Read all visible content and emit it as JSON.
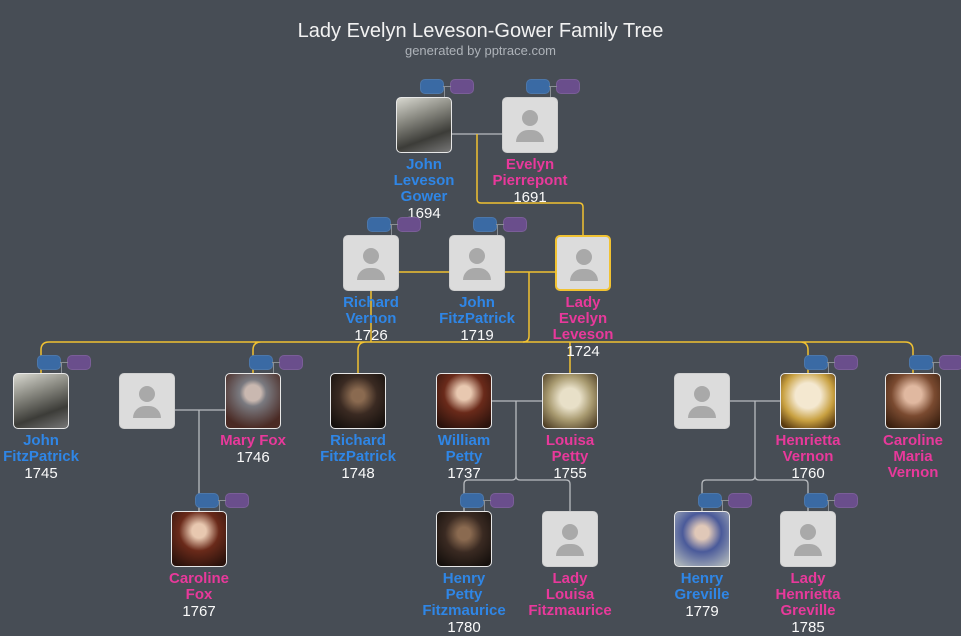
{
  "header": {
    "title": "Lady Evelyn Leveson-Gower Family Tree",
    "subtitle": "generated by pptrace.com"
  },
  "colors": {
    "male": "#2f86e6",
    "female": "#e8399b",
    "highlight": "#f1c232",
    "background": "#474d55"
  },
  "people": [
    {
      "id": "jlg",
      "name": [
        "John",
        "Leveson",
        "Gower"
      ],
      "year": "1694",
      "sex": "m",
      "photo": "engraving"
    },
    {
      "id": "ep",
      "name": [
        "Evelyn",
        "Pierrepont"
      ],
      "year": "1691",
      "sex": "f",
      "photo": null
    },
    {
      "id": "rv",
      "name": [
        "Richard",
        "Vernon"
      ],
      "year": "1726",
      "sex": "m",
      "photo": null
    },
    {
      "id": "jf1",
      "name": [
        "John",
        "FitzPatrick"
      ],
      "year": "1719",
      "sex": "m",
      "photo": null
    },
    {
      "id": "lel",
      "name": [
        "Lady",
        "Evelyn",
        "Leveson"
      ],
      "year": "1724",
      "sex": "f",
      "photo": null,
      "highlighted": true
    },
    {
      "id": "jf2",
      "name": [
        "John",
        "FitzPatrick"
      ],
      "year": "1745",
      "sex": "m",
      "photo": "engraving"
    },
    {
      "id": "u1",
      "name": [],
      "year": "",
      "sex": "m",
      "photo": null
    },
    {
      "id": "mf",
      "name": [
        "Mary Fox"
      ],
      "year": "1746",
      "sex": "f",
      "photo": "portrait-grey"
    },
    {
      "id": "rf",
      "name": [
        "Richard",
        "FitzPatrick"
      ],
      "year": "1748",
      "sex": "m",
      "photo": "portrait-dark"
    },
    {
      "id": "wp",
      "name": [
        "William",
        "Petty"
      ],
      "year": "1737",
      "sex": "m",
      "photo": "portrait-red"
    },
    {
      "id": "lp",
      "name": [
        "Louisa",
        "Petty"
      ],
      "year": "1755",
      "sex": "f",
      "photo": "portrait-sepia"
    },
    {
      "id": "u2",
      "name": [],
      "year": "",
      "sex": "m",
      "photo": null
    },
    {
      "id": "hv",
      "name": [
        "Henrietta",
        "Vernon"
      ],
      "year": "1760",
      "sex": "f",
      "photo": "portrait-gold"
    },
    {
      "id": "cmv",
      "name": [
        "Caroline",
        "Maria",
        "Vernon"
      ],
      "year": "",
      "sex": "f",
      "photo": "portrait-brown"
    },
    {
      "id": "cf",
      "name": [
        "Caroline",
        "Fox"
      ],
      "year": "1767",
      "sex": "f",
      "photo": "portrait-red"
    },
    {
      "id": "hpf",
      "name": [
        "Henry",
        "Petty",
        "Fitzmaurice"
      ],
      "year": "1780",
      "sex": "m",
      "photo": "portrait-dark"
    },
    {
      "id": "llf",
      "name": [
        "Lady",
        "Louisa",
        "Fitzmaurice"
      ],
      "year": "",
      "sex": "f",
      "photo": null
    },
    {
      "id": "hg",
      "name": [
        "Henry",
        "Greville"
      ],
      "year": "1779",
      "sex": "m",
      "photo": "portrait-blue"
    },
    {
      "id": "lhg",
      "name": [
        "Lady",
        "Henrietta",
        "Greville"
      ],
      "year": "1785",
      "sex": "f",
      "photo": null
    }
  ]
}
